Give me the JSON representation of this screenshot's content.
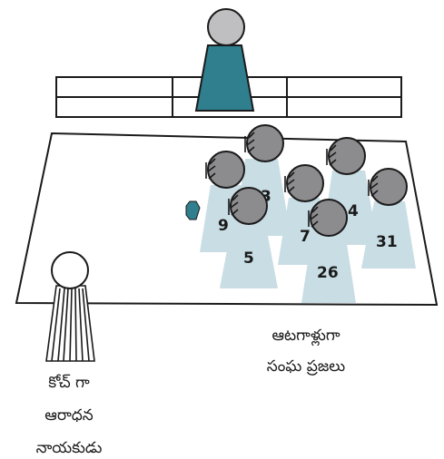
{
  "colors": {
    "teal": "#2f7f8e",
    "head_gray": "#bfbfc1",
    "player_head": "#8c8c8f",
    "cone": "#c9dde4",
    "stroke": "#1a1a1a"
  },
  "players": [
    {
      "number": "9"
    },
    {
      "number": "3"
    },
    {
      "number": "7"
    },
    {
      "number": "4"
    },
    {
      "number": "5"
    },
    {
      "number": "26"
    },
    {
      "number": "31"
    }
  ],
  "labels": {
    "players_caption_line1": "ఆటగాళ్లుగా",
    "players_caption_line2": "సంఘ ప్రజలు",
    "coach_line1": "కోచ్ గా",
    "coach_line2": "ఆరాధన",
    "coach_line3": "నాయకుడు"
  }
}
